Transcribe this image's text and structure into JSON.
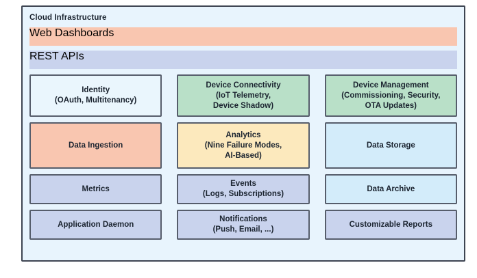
{
  "diagram": {
    "type": "layered-block-architecture",
    "title": "Cloud Infrastructure",
    "container_fill": "#e8f4fd",
    "container_border": "#3d4451",
    "palette": {
      "salmon": "#f9c6b0",
      "lavender": "#c9d3ed",
      "pale_blue": "#e8f4fd",
      "mint": "#b9e0c8",
      "cream": "#fce9bd",
      "sky_blue": "#d3ecfa"
    },
    "bands": [
      {
        "label": "Web Dashboards",
        "fill": "#f9c6b0"
      },
      {
        "label": "REST APIs",
        "fill": "#c9d3ed"
      }
    ],
    "rows": [
      {
        "name": "services-row",
        "cells": [
          {
            "lines": [
              "Identity",
              "(OAuth, Multitenancy)"
            ],
            "fill": "#eaf6fd"
          },
          {
            "lines": [
              "Device Connectivity",
              "(IoT Telemetry,",
              "Device Shadow)"
            ],
            "fill": "#b9e0c8"
          },
          {
            "lines": [
              "Device Management",
              "(Commissioning, Security,",
              "OTA Updates)"
            ],
            "fill": "#b9e0c8"
          }
        ]
      },
      {
        "name": "data-row",
        "cells": [
          {
            "lines": [
              "Data Ingestion"
            ],
            "fill": "#f9c6b0"
          },
          {
            "lines": [
              "Analytics",
              "(Nine Failure Modes,",
              "AI-Based)"
            ],
            "fill": "#fce9bd"
          },
          {
            "lines": [
              "Data Storage"
            ],
            "fill": "#d3ecfa"
          }
        ]
      },
      {
        "name": "telemetry-row",
        "cells": [
          {
            "lines": [
              "Metrics"
            ],
            "fill": "#c9d3ed"
          },
          {
            "lines": [
              "Events",
              "(Logs, Subscriptions)"
            ],
            "fill": "#c9d3ed"
          },
          {
            "lines": [
              "Data Archive"
            ],
            "fill": "#d3ecfa"
          }
        ]
      },
      {
        "name": "applications-row",
        "cells": [
          {
            "lines": [
              "Application Daemon"
            ],
            "fill": "#c9d3ed"
          },
          {
            "lines": [
              "Notifications",
              "(Push, Email, ...)"
            ],
            "fill": "#c9d3ed"
          },
          {
            "lines": [
              "Customizable Reports"
            ],
            "fill": "#c9d3ed"
          }
        ]
      }
    ]
  }
}
